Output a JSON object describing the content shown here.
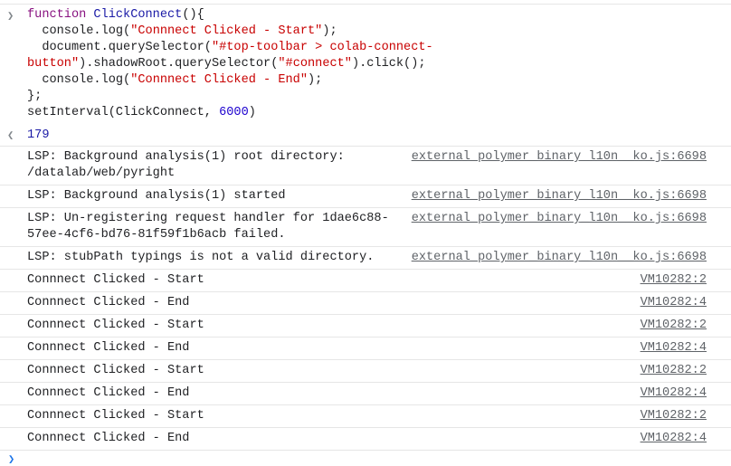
{
  "input": {
    "prompt_icon": "chevron-right-icon",
    "lines": [
      [
        {
          "t": "function ",
          "c": "kw"
        },
        {
          "t": "ClickConnect",
          "c": "fn"
        },
        {
          "t": "(){",
          "c": ""
        }
      ],
      [
        {
          "t": "  console.log(",
          "c": ""
        },
        {
          "t": "\"Connnect Clicked - Start\"",
          "c": "str"
        },
        {
          "t": ");",
          "c": ""
        }
      ],
      [
        {
          "t": "  document.querySelector(",
          "c": ""
        },
        {
          "t": "\"#top-toolbar > colab-connect-",
          "c": "str"
        }
      ],
      [
        {
          "t": "button\"",
          "c": "str"
        },
        {
          "t": ").shadowRoot.querySelector(",
          "c": ""
        },
        {
          "t": "\"#connect\"",
          "c": "str"
        },
        {
          "t": ").click();",
          "c": ""
        }
      ],
      [
        {
          "t": "  console.log(",
          "c": ""
        },
        {
          "t": "\"Connnect Clicked - End\"",
          "c": "str"
        },
        {
          "t": ");",
          "c": ""
        }
      ],
      [
        {
          "t": "};",
          "c": ""
        }
      ],
      [
        {
          "t": "setInterval(ClickConnect, ",
          "c": ""
        },
        {
          "t": "6000",
          "c": "num"
        },
        {
          "t": ")",
          "c": ""
        }
      ]
    ]
  },
  "result": {
    "icon": "chevron-left-icon",
    "value": "179"
  },
  "logs": [
    {
      "msg": "LSP: Background analysis(1) root directory:\n/datalab/web/pyright",
      "src": "external_polymer_binary_l10n__ko.js:6698"
    },
    {
      "msg": "LSP: Background analysis(1) started",
      "src": "external_polymer_binary_l10n__ko.js:6698"
    },
    {
      "msg": "LSP: Un-registering request handler for 1dae6c88-\n57ee-4cf6-bd76-81f59f1b6acb failed.",
      "src": "external_polymer_binary_l10n__ko.js:6698"
    },
    {
      "msg": "LSP: stubPath typings is not a valid directory.",
      "src": "external_polymer_binary_l10n__ko.js:6698"
    },
    {
      "msg": "Connnect Clicked - Start",
      "src": "VM10282:2"
    },
    {
      "msg": "Connnect Clicked - End",
      "src": "VM10282:4"
    },
    {
      "msg": "Connnect Clicked - Start",
      "src": "VM10282:2"
    },
    {
      "msg": "Connnect Clicked - End",
      "src": "VM10282:4"
    },
    {
      "msg": "Connnect Clicked - Start",
      "src": "VM10282:2"
    },
    {
      "msg": "Connnect Clicked - End",
      "src": "VM10282:4"
    },
    {
      "msg": "Connnect Clicked - Start",
      "src": "VM10282:2"
    },
    {
      "msg": "Connnect Clicked - End",
      "src": "VM10282:4"
    }
  ],
  "console_prompt_icon": "chevron-right-icon"
}
